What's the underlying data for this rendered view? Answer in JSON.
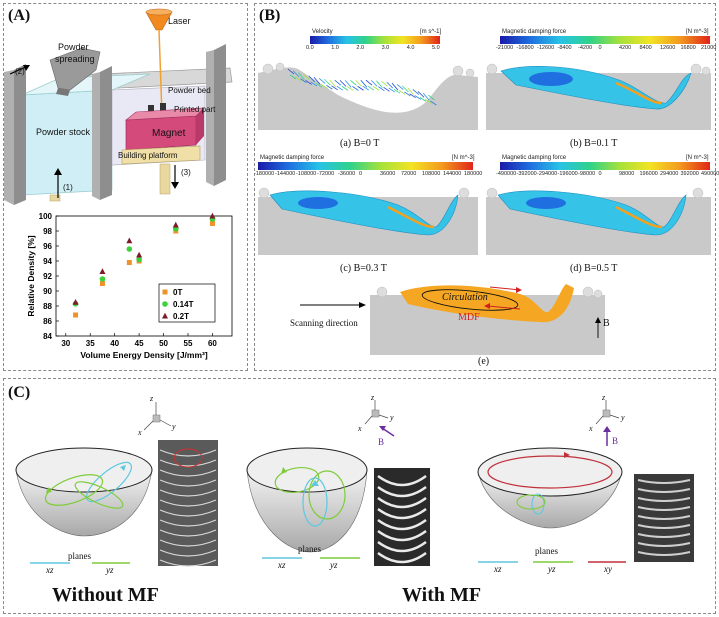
{
  "panelA": {
    "label": "(A)",
    "laser": "Laser",
    "powder_spreading": "Powder\nspreading",
    "powder_spreading_1": "Powder",
    "powder_spreading_2": "spreading",
    "powder_bed": "Powder bed",
    "printed_part": "Printed part",
    "powder_stock": "Powder stock",
    "magnet": "Magnet",
    "building_platform": "Building platform",
    "step1": "(1)",
    "step2": "(2)",
    "step3": "(3)"
  },
  "chart_data": {
    "type": "scatter",
    "xlabel": "Volume Energy Density [J/mm³]",
    "ylabel": "Relative Density [%]",
    "xlim": [
      28,
      64
    ],
    "ylim": [
      84,
      100
    ],
    "xticks": [
      "30",
      "35",
      "40",
      "45",
      "50",
      "55",
      "60"
    ],
    "yticks": [
      "84",
      "86",
      "88",
      "90",
      "92",
      "94",
      "96",
      "98",
      "100"
    ],
    "legend_position": "bottom-right",
    "x": [
      32,
      37.5,
      43,
      45,
      52.5,
      60
    ],
    "series": [
      {
        "name": "0T",
        "color": "#f0922a",
        "marker": "square",
        "values": [
          86.8,
          91.0,
          93.8,
          94.0,
          98.0,
          99.0
        ]
      },
      {
        "name": "0.14T",
        "color": "#3ed13e",
        "marker": "circle",
        "values": [
          88.3,
          91.6,
          95.6,
          94.2,
          98.3,
          99.6
        ]
      },
      {
        "name": "0.2T",
        "color": "#7d1a2a",
        "marker": "triangle",
        "values": [
          88.5,
          92.6,
          96.7,
          94.8,
          98.8,
          100.0
        ]
      }
    ]
  },
  "panelB": {
    "label": "(B)",
    "sub_a": {
      "caption": "(a) B=0 T",
      "title": "Velocity",
      "unit": "[m s^-1]",
      "ticks": [
        "0.0",
        "1.0",
        "2.0",
        "3.0",
        "4.0",
        "5.0"
      ]
    },
    "sub_b": {
      "caption": "(b) B=0.1 T",
      "title": "Magnetic damping force",
      "unit": "[N m^-3]",
      "ticks": [
        "-21000",
        "-16800",
        "-12600",
        "-8400",
        "-4200",
        "0",
        "4200",
        "8400",
        "12600",
        "16800",
        "21000"
      ]
    },
    "sub_c": {
      "caption": "(c) B=0.3 T",
      "title": "Magnetic damping force",
      "unit": "[N m^-3]",
      "ticks": [
        "-180000",
        "-144000",
        "-108000",
        "-72000",
        "-36000",
        "0",
        "36000",
        "72000",
        "108000",
        "144000",
        "180000"
      ]
    },
    "sub_d": {
      "caption": "(d) B=0.5 T",
      "title": "Magnetic damping force",
      "unit": "[N m^-3]",
      "ticks": [
        "-490000",
        "-392000",
        "-294000",
        "-196000",
        "-98000",
        "0",
        "98000",
        "196000",
        "294000",
        "392000",
        "490000"
      ]
    },
    "sub_e": {
      "caption": "(e)",
      "circulation": "Circulation",
      "mdf": "MDF",
      "scanning": "Scanning direction",
      "b": "B"
    }
  },
  "panelC": {
    "label": "(C)",
    "axis": {
      "x": "x",
      "y": "y",
      "z": "z"
    },
    "b_label": "B",
    "planes": "planes",
    "plane_xz": "xz",
    "plane_yz": "yz",
    "plane_xy": "xy",
    "without_mf": "Without MF",
    "with_mf": "With MF",
    "colors": {
      "xz": "#5ec8e0",
      "yz": "#7fcc3a",
      "xy": "#c0303a",
      "b_arrow": "#6a2fa0"
    }
  }
}
